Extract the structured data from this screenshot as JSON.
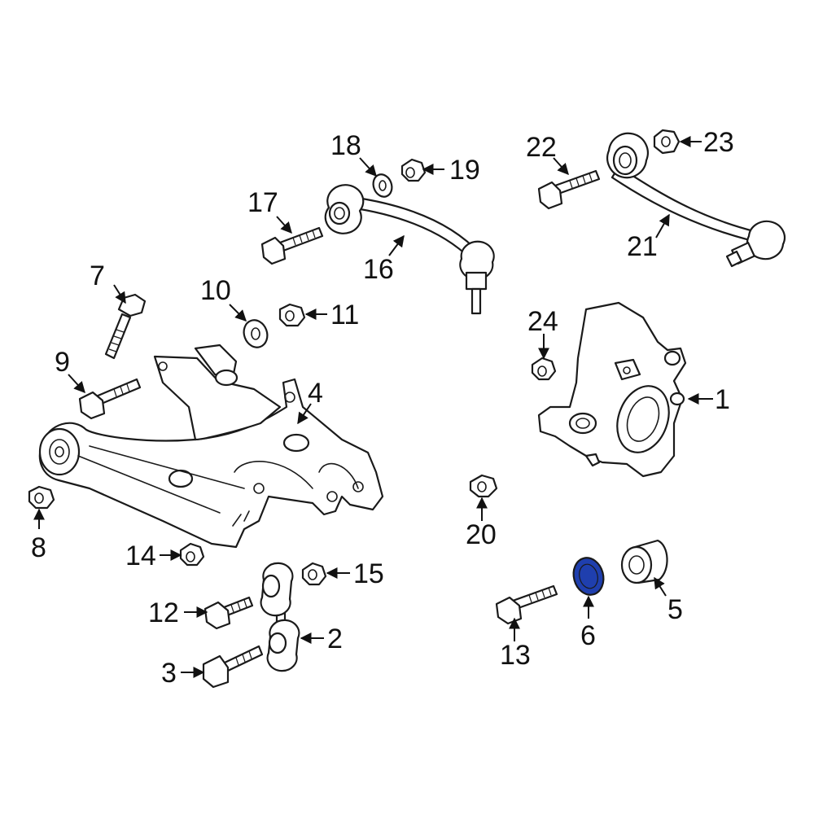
{
  "highlight_color": "#1f3fae",
  "callouts": {
    "c1": "1",
    "c2": "2",
    "c3": "3",
    "c4": "4",
    "c5": "5",
    "c6": "6",
    "c7": "7",
    "c8": "8",
    "c9": "9",
    "c10": "10",
    "c11": "11",
    "c12": "12",
    "c13": "13",
    "c14": "14",
    "c15": "15",
    "c16": "16",
    "c17": "17",
    "c18": "18",
    "c19": "19",
    "c20": "20",
    "c21": "21",
    "c22": "22",
    "c23": "23",
    "c24": "24"
  },
  "highlighted_part": "6"
}
